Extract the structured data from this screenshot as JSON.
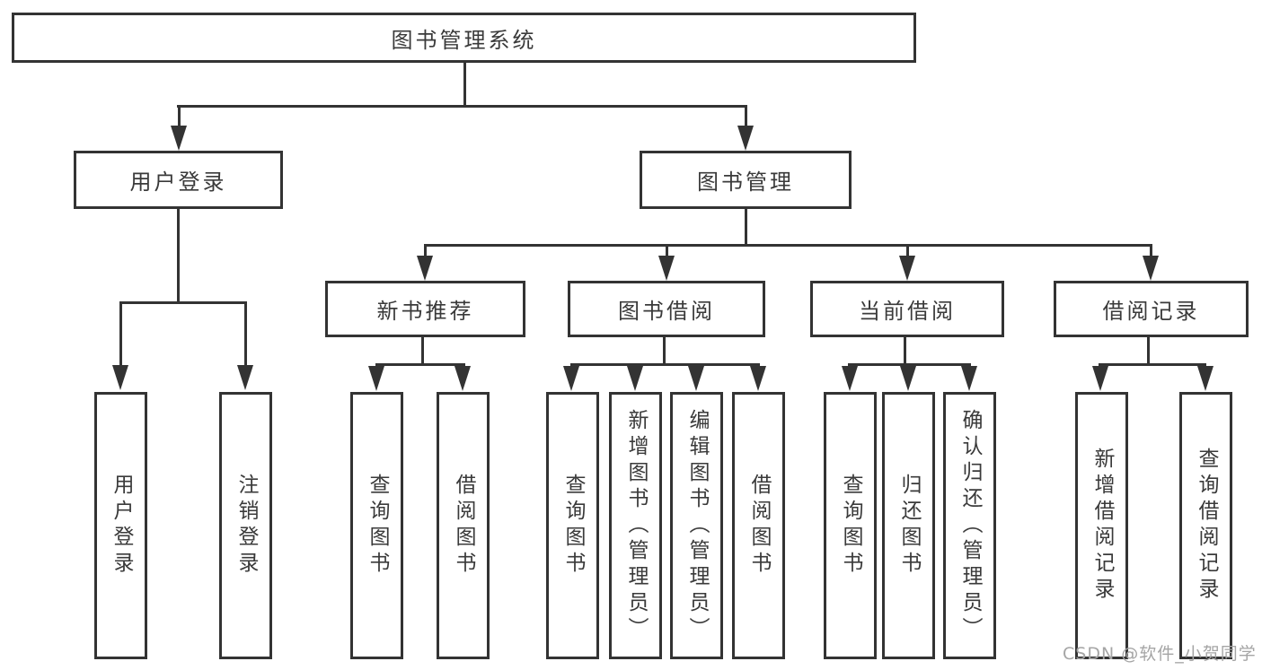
{
  "diagram": {
    "root": {
      "label": "图书管理系统"
    },
    "level1": [
      {
        "label": "用户登录"
      },
      {
        "label": "图书管理"
      }
    ],
    "level2": [
      {
        "label": "新书推荐"
      },
      {
        "label": "图书借阅"
      },
      {
        "label": "当前借阅"
      },
      {
        "label": "借阅记录"
      }
    ],
    "leaves": [
      {
        "label": "用户登录"
      },
      {
        "label": "注销登录"
      },
      {
        "label": "查询图书"
      },
      {
        "label": "借阅图书"
      },
      {
        "label": "查询图书"
      },
      {
        "label": "新增图书（管理员）"
      },
      {
        "label": "编辑图书（管理员）"
      },
      {
        "label": "借阅图书"
      },
      {
        "label": "查询图书"
      },
      {
        "label": "归还图书"
      },
      {
        "label": "确认归还（管理员）"
      },
      {
        "label": "新增借阅记录"
      },
      {
        "label": "查询借阅记录"
      }
    ]
  },
  "watermark": {
    "text": "CSDN @软件_小贺同学",
    "color": "#a5a5a5"
  },
  "colors": {
    "line": "#333333",
    "text": "#3a3a3a",
    "background": "#ffffff"
  }
}
